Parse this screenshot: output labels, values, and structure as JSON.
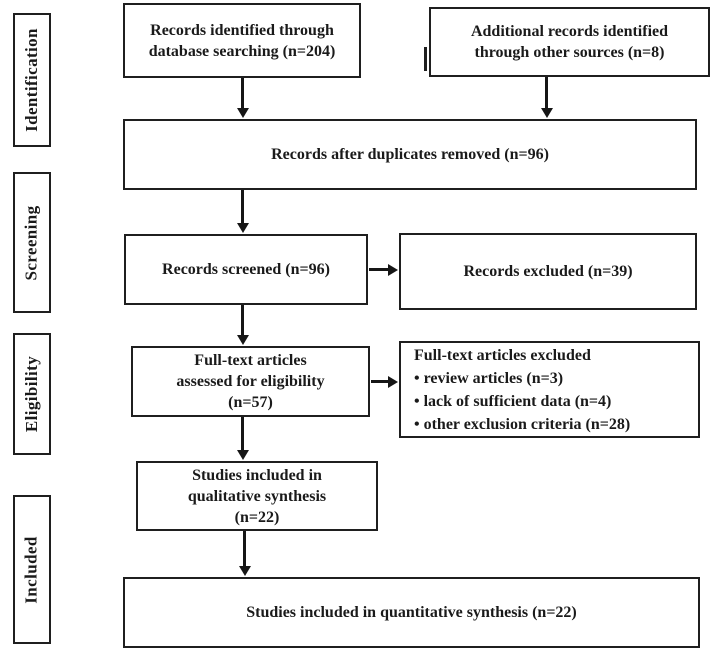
{
  "colors": {
    "ink": "#1a1a1a",
    "background": "#ffffff"
  },
  "stages": [
    {
      "label": "Identification"
    },
    {
      "label": "Screening"
    },
    {
      "label": "Eligibility"
    },
    {
      "label": "Included"
    }
  ],
  "boxes": {
    "identified_db": {
      "lines": [
        "Records identified through",
        "database searching (n=204)"
      ]
    },
    "identified_other": {
      "lines": [
        "Additional records identified",
        "through other sources (n=8)"
      ]
    },
    "after_duplicates": {
      "lines": [
        "Records after duplicates removed (n=96)"
      ]
    },
    "screened": {
      "lines": [
        "Records screened (n=96)"
      ]
    },
    "records_excluded": {
      "lines": [
        "Records excluded (n=39)"
      ]
    },
    "fulltext_assessed": {
      "lines": [
        "Full-text articles",
        "assessed for eligibility",
        "(n=57)"
      ]
    },
    "fulltext_excluded": {
      "title": "Full-text articles excluded",
      "bullets": [
        "• review articles (n=3)",
        "• lack of sufficient data (n=4)",
        "• other exclusion criteria (n=28)"
      ]
    },
    "qualitative": {
      "lines": [
        "Studies included in",
        "qualitative synthesis",
        "(n=22)"
      ]
    },
    "quantitative": {
      "lines": [
        "Studies included in quantitative synthesis (n=22)"
      ]
    }
  }
}
